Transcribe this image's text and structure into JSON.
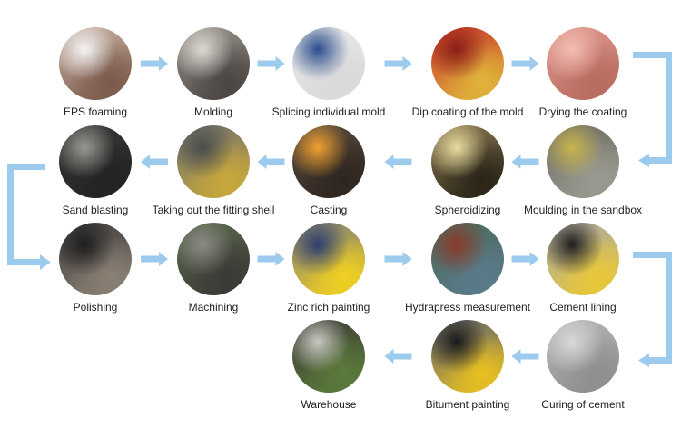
{
  "diagram": {
    "type": "process-flow",
    "accent_color": "#9ccbee",
    "steps": [
      {
        "order": 1,
        "label": "EPS foaming",
        "image": "white-beads-in-hand",
        "colors": [
          "#c9b3a6",
          "#f4f4f4",
          "#7a5a4a"
        ]
      },
      {
        "order": 2,
        "label": "Molding",
        "image": "molding-machine",
        "colors": [
          "#9a958e",
          "#dcd8d2",
          "#4b4642"
        ]
      },
      {
        "order": 3,
        "label": "Splicing individual mold",
        "image": "worker-assembling-white-molds",
        "colors": [
          "#e8e8ea",
          "#2b4d8c",
          "#d9d9d9"
        ]
      },
      {
        "order": 4,
        "label": "Dip coating of the mold",
        "image": "red-coated-mold",
        "colors": [
          "#c8372a",
          "#8a1f16",
          "#e0b43a"
        ]
      },
      {
        "order": 5,
        "label": "Drying the coating",
        "image": "pink-coated-molds-on-rack",
        "colors": [
          "#e29a8f",
          "#f2bdb3",
          "#b86b5f"
        ]
      },
      {
        "order": 6,
        "label": "Moulding in the sandbox",
        "image": "sandbox-workshop",
        "colors": [
          "#6c6c64",
          "#c8b54a",
          "#9a9a90"
        ]
      },
      {
        "order": 7,
        "label": "Spheroidizing",
        "image": "furnace-chamber",
        "colors": [
          "#8a7a50",
          "#e8dca0",
          "#2a2418"
        ]
      },
      {
        "order": 8,
        "label": "Casting",
        "image": "molten-iron-pouring",
        "colors": [
          "#5a4a3c",
          "#f0a030",
          "#2e2620"
        ]
      },
      {
        "order": 9,
        "label": "Taking out the fitting shell",
        "image": "cast-fittings",
        "colors": [
          "#6e7070",
          "#4a4c4c",
          "#c8a83a"
        ]
      },
      {
        "order": 10,
        "label": "Sand blasting",
        "image": "hanging-fittings",
        "colors": [
          "#3a3836",
          "#9a9894",
          "#252321"
        ]
      },
      {
        "order": 11,
        "label": "Polishing",
        "image": "worker-polishing-flange",
        "colors": [
          "#3e3c3a",
          "#1e1e1e",
          "#8a8074"
        ]
      },
      {
        "order": 12,
        "label": "Machining",
        "image": "machining-lathe",
        "colors": [
          "#5a6a4a",
          "#8a8a86",
          "#3a3a36"
        ]
      },
      {
        "order": 13,
        "label": "Zinc rich painting",
        "image": "worker-spraying-zinc",
        "colors": [
          "#7c7c7a",
          "#2e3e6e",
          "#f0d020"
        ]
      },
      {
        "order": 14,
        "label": "Hydrapress measurement",
        "image": "hydrostatic-test-machine",
        "colors": [
          "#4a6a5a",
          "#8a3a2a",
          "#5a7a8a"
        ]
      },
      {
        "order": 15,
        "label": "Cement lining",
        "image": "worker-cement-lining",
        "colors": [
          "#a8a8a8",
          "#1e1e20",
          "#e8c838"
        ]
      },
      {
        "order": 16,
        "label": "Curing of cement",
        "image": "cement-interior",
        "colors": [
          "#b8b8b6",
          "#d8d8d6",
          "#8e8e8c"
        ]
      },
      {
        "order": 17,
        "label": "Bitument painting",
        "image": "worker-bitumen-painting",
        "colors": [
          "#5a6070",
          "#1a1a1c",
          "#e8c020"
        ]
      },
      {
        "order": 18,
        "label": "Warehouse",
        "image": "stacked-fittings-yard",
        "colors": [
          "#3a3a36",
          "#c8c8c0",
          "#5a7a3a"
        ]
      }
    ]
  }
}
